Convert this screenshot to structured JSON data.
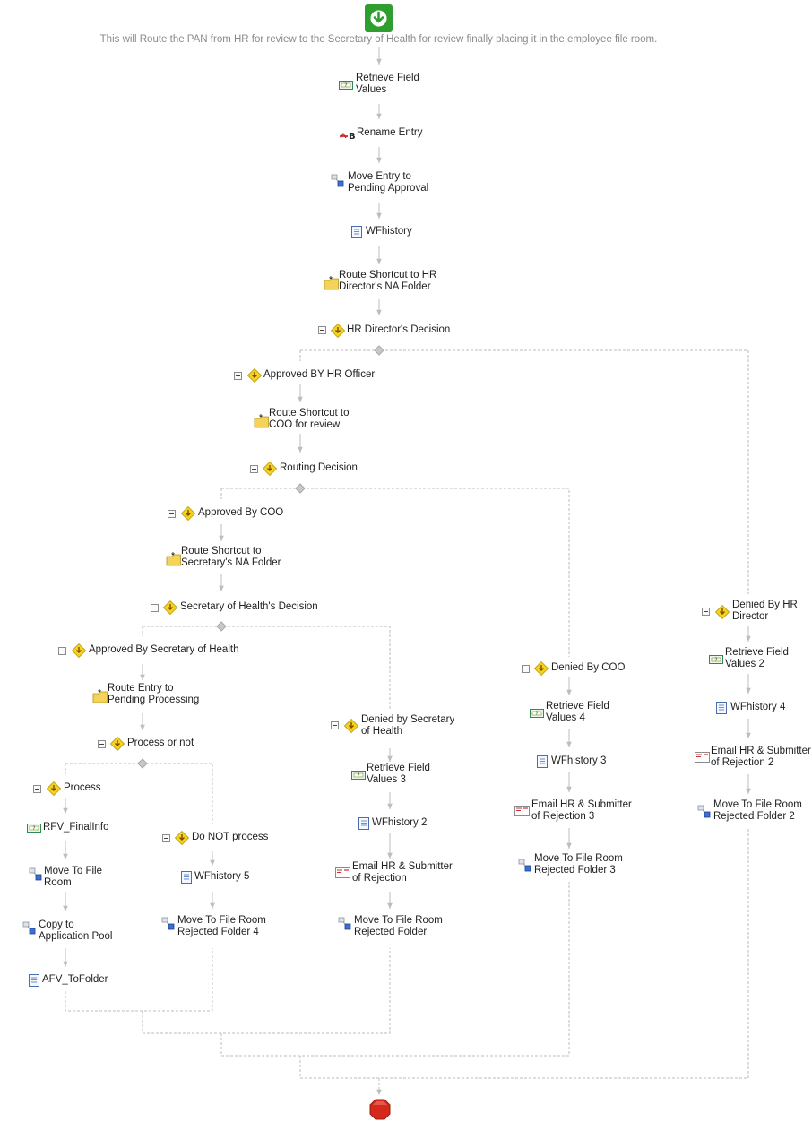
{
  "description": "This will Route the PAN from HR for review to the Secretary of Health for review finally placing it in the employee file room.",
  "colors": {
    "start": "#2e9e2e",
    "stop": "#d42a1c",
    "solid_arrow": "#bdbdbd",
    "dashed_branch": "#bdbdbd",
    "decision_diamond": "#f5d21a"
  },
  "nodes": [
    {
      "id": "retrieve-field-values",
      "icon": "retrieve-field-icon",
      "lines": [
        "Retrieve Field",
        "Values"
      ]
    },
    {
      "id": "rename-entry",
      "icon": "rename-icon",
      "lines": [
        "Rename Entry"
      ]
    },
    {
      "id": "move-entry-pending",
      "icon": "move-entry-icon",
      "lines": [
        "Move Entry to",
        "Pending Approval"
      ]
    },
    {
      "id": "wfhistory",
      "icon": "document-icon",
      "lines": [
        "WFhistory"
      ]
    },
    {
      "id": "route-shortcut-hr",
      "icon": "folder-shortcut-icon",
      "lines": [
        "Route Shortcut to HR",
        "Director's NA Folder"
      ]
    },
    {
      "id": "hr-directors-decision",
      "icon": "decision-icon",
      "lines": [
        "HR Director's Decision"
      ]
    },
    {
      "id": "approved-by-hr-officer",
      "icon": "decision-icon",
      "lines": [
        "Approved BY HR Officer"
      ]
    },
    {
      "id": "route-shortcut-coo",
      "icon": "folder-shortcut-icon",
      "lines": [
        "Route Shortcut to",
        "COO for review"
      ]
    },
    {
      "id": "routing-decision",
      "icon": "decision-icon",
      "lines": [
        "Routing Decision"
      ]
    },
    {
      "id": "approved-by-coo",
      "icon": "decision-icon",
      "lines": [
        "Approved By COO"
      ]
    },
    {
      "id": "route-shortcut-secretary",
      "icon": "folder-shortcut-icon",
      "lines": [
        "Route Shortcut to",
        "Secretary's NA Folder"
      ]
    },
    {
      "id": "secretary-decision",
      "icon": "decision-icon",
      "lines": [
        "Secretary of Health's Decision"
      ]
    },
    {
      "id": "approved-by-secretary",
      "icon": "decision-icon",
      "lines": [
        "Approved By Secretary of Health"
      ]
    },
    {
      "id": "route-entry-pending-processing",
      "icon": "folder-shortcut-icon",
      "lines": [
        "Route Entry to",
        "Pending Processing"
      ]
    },
    {
      "id": "process-or-not",
      "icon": "decision-icon",
      "lines": [
        "Process or not"
      ]
    },
    {
      "id": "process",
      "icon": "decision-icon",
      "lines": [
        "Process"
      ]
    },
    {
      "id": "rfv-finalinfo",
      "icon": "retrieve-field-icon",
      "lines": [
        "RFV_FinalInfo"
      ]
    },
    {
      "id": "move-to-file-room",
      "icon": "move-entry-icon",
      "lines": [
        "Move To File",
        "Room"
      ]
    },
    {
      "id": "copy-to-application-pool",
      "icon": "move-entry-icon",
      "lines": [
        "Copy to",
        "Application Pool"
      ]
    },
    {
      "id": "afv-tofolder",
      "icon": "document-icon",
      "lines": [
        "AFV_ToFolder"
      ]
    },
    {
      "id": "do-not-process",
      "icon": "decision-icon",
      "lines": [
        "Do NOT process"
      ]
    },
    {
      "id": "wfhistory-5",
      "icon": "document-icon",
      "lines": [
        "WFhistory 5"
      ]
    },
    {
      "id": "move-rejected-4",
      "icon": "move-entry-icon",
      "lines": [
        "Move To File Room",
        "Rejected Folder 4"
      ]
    },
    {
      "id": "denied-by-secretary",
      "icon": "decision-icon",
      "lines": [
        "Denied by Secretary",
        "of Health"
      ]
    },
    {
      "id": "retrieve-field-values-3",
      "icon": "retrieve-field-icon",
      "lines": [
        "Retrieve Field",
        "Values 3"
      ]
    },
    {
      "id": "wfhistory-2",
      "icon": "document-icon",
      "lines": [
        "WFhistory 2"
      ]
    },
    {
      "id": "email-hr-submitter",
      "icon": "email-icon",
      "lines": [
        "Email HR & Submitter",
        "of Rejection"
      ]
    },
    {
      "id": "move-rejected",
      "icon": "move-entry-icon",
      "lines": [
        "Move To File Room",
        "Rejected Folder"
      ]
    },
    {
      "id": "denied-by-coo",
      "icon": "decision-icon",
      "lines": [
        "Denied By COO"
      ]
    },
    {
      "id": "retrieve-field-values-4",
      "icon": "retrieve-field-icon",
      "lines": [
        "Retrieve Field",
        "Values 4"
      ]
    },
    {
      "id": "wfhistory-3",
      "icon": "document-icon",
      "lines": [
        "WFhistory 3"
      ]
    },
    {
      "id": "email-hr-submitter-3",
      "icon": "email-icon",
      "lines": [
        "Email HR & Submitter",
        "of Rejection 3"
      ]
    },
    {
      "id": "move-rejected-3",
      "icon": "move-entry-icon",
      "lines": [
        "Move To File Room",
        "Rejected Folder 3"
      ]
    },
    {
      "id": "denied-by-hr-director",
      "icon": "decision-icon",
      "lines": [
        "Denied By HR",
        "Director"
      ]
    },
    {
      "id": "retrieve-field-values-2",
      "icon": "retrieve-field-icon",
      "lines": [
        "Retrieve Field",
        "Values 2"
      ]
    },
    {
      "id": "wfhistory-4",
      "icon": "document-icon",
      "lines": [
        "WFhistory 4"
      ]
    },
    {
      "id": "email-hr-submitter-2",
      "icon": "email-icon",
      "lines": [
        "Email HR & Submitter",
        "of Rejection 2"
      ]
    },
    {
      "id": "move-rejected-2",
      "icon": "move-entry-icon",
      "lines": [
        "Move To File Room",
        "Rejected Folder 2"
      ]
    }
  ]
}
